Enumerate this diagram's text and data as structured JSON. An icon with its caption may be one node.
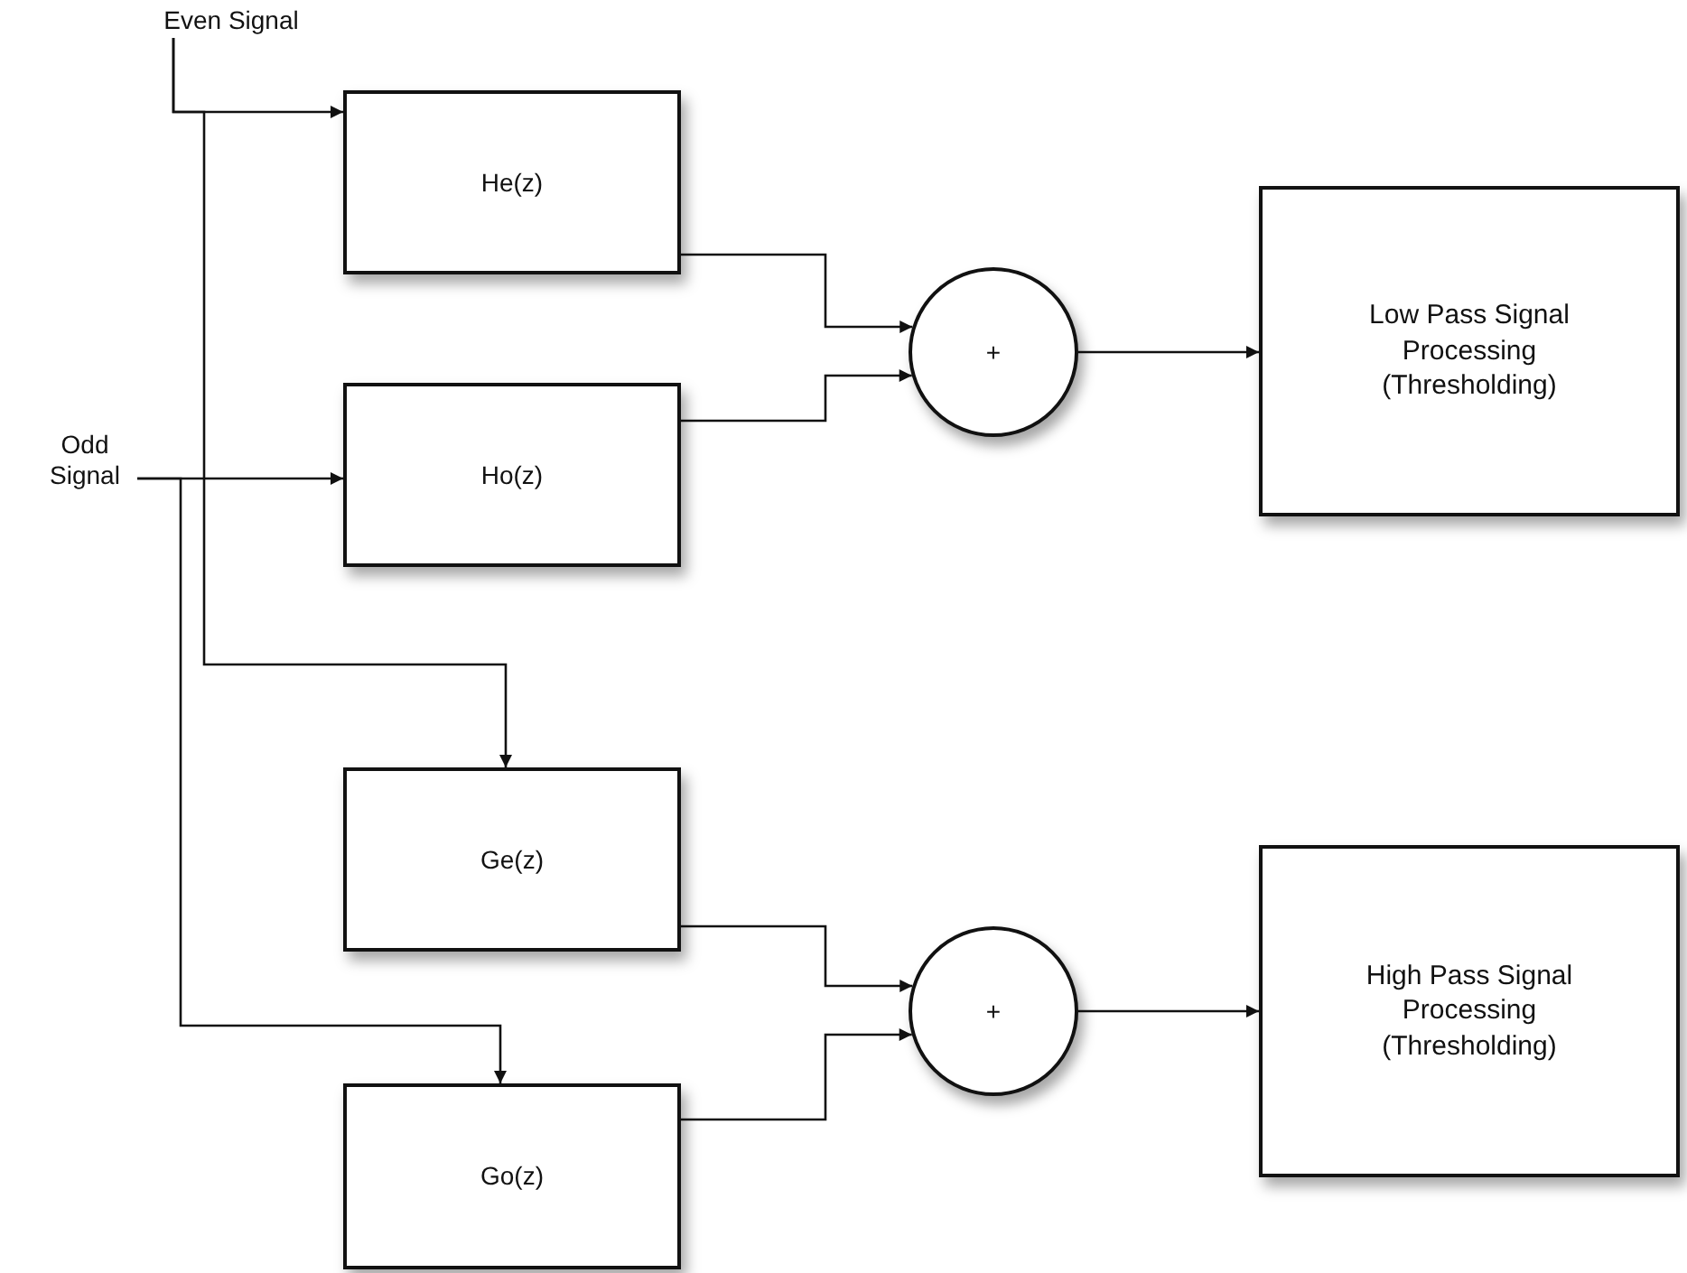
{
  "diagram": {
    "nodes": [
      {
        "text": [
          "Even Signal"
        ]
      },
      {
        "text": [
          "Odd Signal"
        ]
      },
      {
        "text": [
          "He(z)"
        ]
      },
      {
        "text": [
          "Ho(z)"
        ]
      },
      {
        "text": [
          "+"
        ]
      },
      {
        "text": [
          "Low Pass Signal Processing (Thresholding)"
        ]
      },
      {
        "text": [
          "Ge(z)"
        ]
      },
      {
        "text": [
          "Go(z)"
        ]
      },
      {
        "text": [
          "+"
        ]
      },
      {
        "text": [
          "High Pass Signal Processing (Thresholding)"
        ]
      }
    ],
    "edges": [
      {
        "from": 0,
        "to": 2,
        "arrow": "to"
      },
      {
        "from": 0,
        "to": 6,
        "arrow": "to"
      },
      {
        "from": 1,
        "to": 3,
        "arrow": "to"
      },
      {
        "from": 1,
        "to": 7,
        "arrow": "to"
      },
      {
        "from": 2,
        "to": 4,
        "arrow": "to"
      },
      {
        "from": 3,
        "to": 4,
        "arrow": "to"
      },
      {
        "from": 4,
        "to": 5,
        "arrow": "to"
      },
      {
        "from": 6,
        "to": 8,
        "arrow": "to"
      },
      {
        "from": 7,
        "to": 8,
        "arrow": "to"
      },
      {
        "from": 8,
        "to": 9,
        "arrow": "to"
      }
    ]
  }
}
